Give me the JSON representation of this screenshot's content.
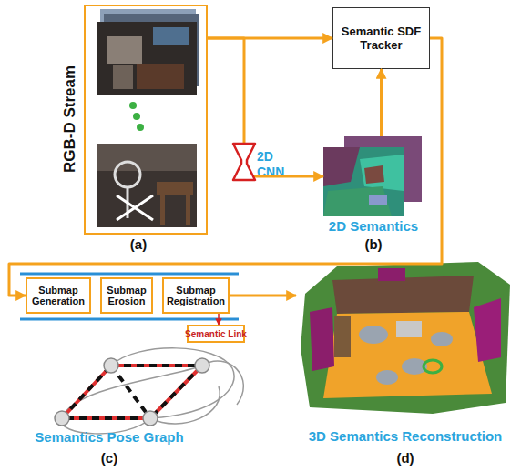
{
  "diagram": {
    "nodes": [
      {
        "text": [
          "RGB-D Stream"
        ]
      },
      {
        "text": [
          "Semantic SDF Tracker"
        ]
      },
      {
        "text": [
          "2D Semantics"
        ]
      },
      {
        "text": [
          "Submap Generation"
        ]
      },
      {
        "text": [
          "Submap Erosion"
        ]
      },
      {
        "text": [
          "Submap Registration"
        ]
      },
      {
        "text": [
          "Semantic Link"
        ]
      },
      {
        "text": [
          "Semantics Pose Graph"
        ]
      },
      {
        "text": [
          "3D Semantics Reconstruction"
        ]
      }
    ],
    "edges": [
      {
        "from": 0,
        "to": 1,
        "arrow": "to"
      },
      {
        "from": 0,
        "to": 2,
        "label": "2D CNN",
        "arrow": "to"
      },
      {
        "from": 2,
        "to": 1,
        "arrow": "to"
      },
      {
        "from": 1,
        "to": 3,
        "arrow": "to"
      },
      {
        "from": 5,
        "to": 6,
        "arrow": "to"
      },
      {
        "from": 5,
        "to": 8,
        "arrow": "to"
      }
    ],
    "labels": [
      "(a)",
      "(b)",
      "(c)",
      "(d)"
    ]
  }
}
